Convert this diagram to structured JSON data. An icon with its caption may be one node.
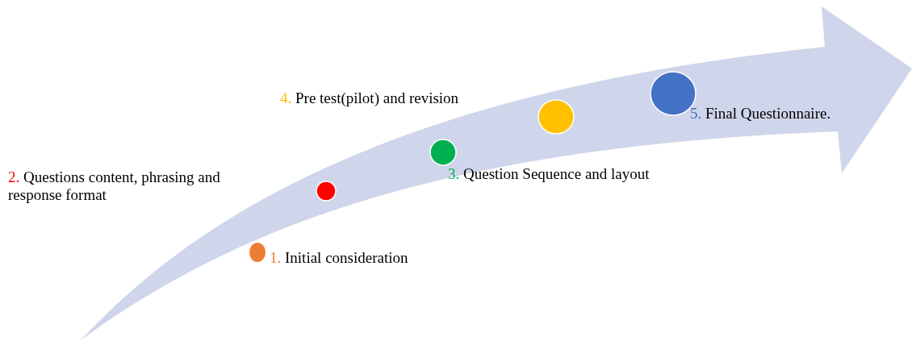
{
  "diagram": {
    "nodes": [
      {
        "text": [],
        "shape": "circle",
        "beside": [
          "1.",
          "Initial consideration"
        ]
      },
      {
        "text": [],
        "shape": "circle",
        "beside": [
          "2.",
          "Questions content, phrasing and response format"
        ]
      },
      {
        "text": [],
        "shape": "circle",
        "beside": [
          "3.",
          "Question Sequence and layout"
        ]
      },
      {
        "text": [],
        "shape": "circle",
        "beside": [
          "4.",
          "Pre test(pilot) and revision"
        ]
      },
      {
        "text": [],
        "shape": "circle",
        "beside": [
          "5.",
          "Final Questionnaire."
        ]
      }
    ]
  }
}
